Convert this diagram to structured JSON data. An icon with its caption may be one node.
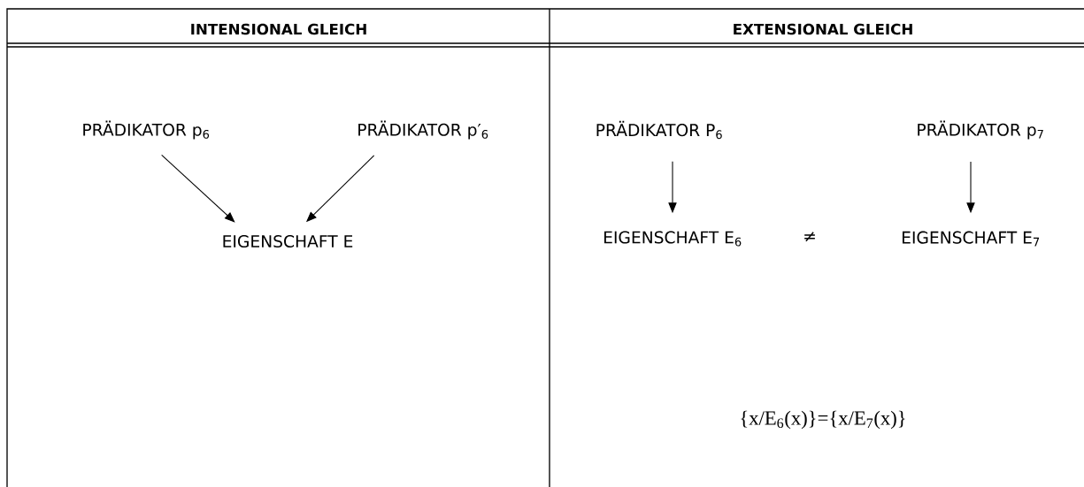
{
  "diagram": {
    "nodes": [
      {
        "text": [
          "PRÄDIKATOR p$_{6}$"
        ]
      },
      {
        "text": [
          "PRÄDIKATOR p′$_{6}$"
        ]
      },
      {
        "text": [
          "EIGENSCHAFT E"
        ]
      },
      {
        "text": [
          "PRÄDIKATOR P$_{6}$"
        ]
      },
      {
        "text": [
          "PRÄDIKATOR p$_{7}$"
        ]
      },
      {
        "text": [
          "EIGENSCHAFT E$_{6}$"
        ]
      },
      {
        "text": [
          "EIGENSCHAFT E$_{7}$"
        ]
      }
    ],
    "edges": [
      {
        "from": 0,
        "to": 2,
        "arrow": "to"
      },
      {
        "from": 1,
        "to": 2,
        "arrow": "to"
      },
      {
        "from": 3,
        "to": 5,
        "arrow": "to"
      },
      {
        "from": 4,
        "to": 6,
        "arrow": "to"
      }
    ],
    "labels": [
      "INTENSIONAL GLEICH",
      "EXTENSIONAL GLEICH",
      "≠",
      "{x/E$_{6}$(x)}={x/E$_{7}$(x)}"
    ]
  }
}
